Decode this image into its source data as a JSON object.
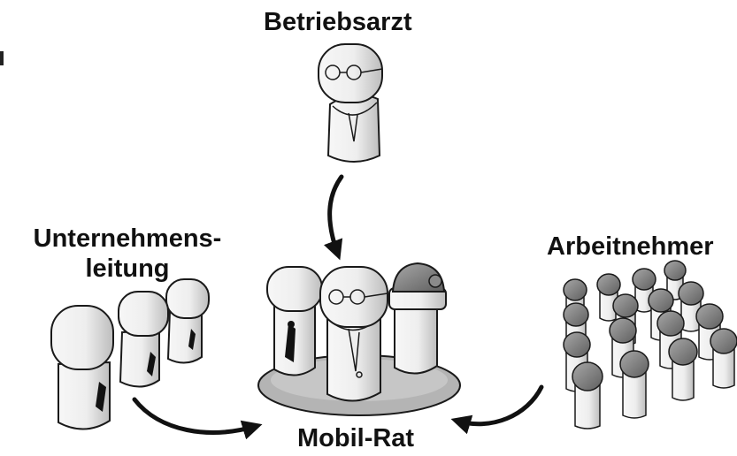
{
  "labels": {
    "betriebsarzt": "Betriebsarzt",
    "unternehmensleitung_line1": "Unternehmens-",
    "unternehmensleitung_line2": "leitung",
    "arbeitnehmer": "Arbeitnehmer",
    "mobil_rat": "Mobil-Rat"
  },
  "colors": {
    "outline": "#1a1a1a",
    "figure_light": "#f2f2f2",
    "figure_shadow": "#c9c9c9",
    "cap": "#8c8c8c",
    "platform": "#b4b4b4",
    "text": "#111111"
  }
}
